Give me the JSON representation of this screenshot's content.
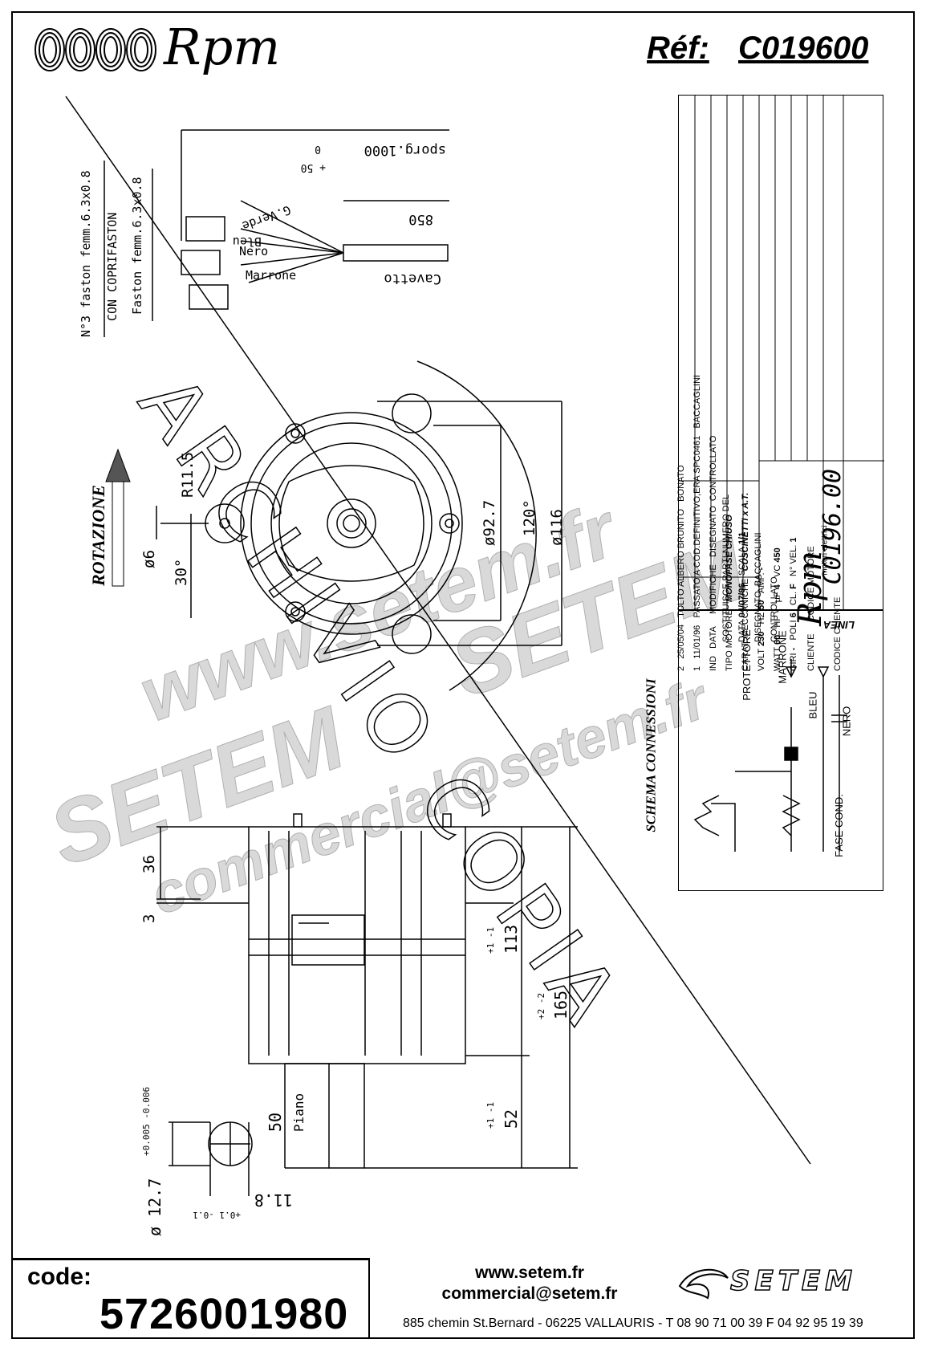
{
  "header": {
    "brand": "Rpm",
    "reference_label": "Réf:",
    "reference_value": "C019600"
  },
  "wiring": {
    "faston_note_1": "N°3 faston femm.6.3x0.8",
    "faston_note_2": "CON COPRIFASTON",
    "faston_note_3": "Faston femm.6.3x0.8",
    "wires": [
      "G.Verde",
      "Bleu",
      "Nero",
      "Marrone"
    ],
    "cable": "Cavetto",
    "dim_850": "850",
    "dim_1000": "sporg.1000",
    "tol_plus": "+ 50",
    "tol_zero": "0"
  },
  "front_view": {
    "rotation": "ROTAZIONE",
    "r_radius": "R11.5",
    "d6": "ø6",
    "angle_30": "30°",
    "angle_120": "120°",
    "d92": "ø92.7",
    "d116": "ø116"
  },
  "side_view": {
    "dim_36": "36",
    "dim_3": "3",
    "dim_113": "113",
    "tol_113": "+1 -1",
    "dim_165": "165",
    "tol_165": "+2 -2",
    "dim_52": "52",
    "tol_52": "+1 -1",
    "dim_50": "50",
    "piano": "Piano",
    "shaft_dia": "ø 12.7",
    "shaft_tol": "+0.005 -0.006",
    "flat": "11.8",
    "flat_tol": "+0.1 -0.1"
  },
  "watermarks": {
    "archive": "ARCHIVIO COPIA",
    "site": "www.setem.fr",
    "company": "SETEM",
    "email": "commercial@setem.fr"
  },
  "title_block": {
    "revisions": [
      {
        "ind": "2",
        "data": "25/05/04",
        "text": "TOLTO ALBERO BRUNITO",
        "sig": "BONATO"
      },
      {
        "ind": "1",
        "data": "11/01/96",
        "text": "PASSATO A COD.DEFINITIVO,ERA SPC0461",
        "sig": "BACCAGLINI"
      }
    ],
    "rev_header": [
      "IND",
      "DATA",
      "MODIFICHE",
      "DISEGNATO",
      "CONTROLLATO"
    ],
    "tipo_label": "TIPO MOTORE",
    "tipo_value": "MONOFASE CHIUSO",
    "carat_label": "CARAT. MECCANICHE",
    "carat_value": "CUSCINETTI x A.T.",
    "volt_label": "VOLT",
    "volt": "230",
    "hz_label": "HZ",
    "hz": "50",
    "amp_label": "AMP.",
    "amp": "-",
    "watt_label": "WATT",
    "watt": "60",
    "hp_label": "HP",
    "hp": "-",
    "uf_label": "µF",
    "uf": "4",
    "vc_label": "VC",
    "vc": "450",
    "giri_label": "GIRI",
    "giri": "-",
    "poli_label": "POLI",
    "poli": "6",
    "cl_label": "CL.",
    "cl": "F",
    "vel_label": "N° VEL.",
    "vel": "1",
    "cliente_label": "CLIENTE",
    "codice_motore_label": "CODICE MOTORE",
    "codice_motore": "C0196.00",
    "codice_cliente_label": "CODICE CLIENTE",
    "company": "Rpm",
    "company_sub": "motori elettrici",
    "sostituisce": "SOSTITUISCE PARTI NUMERO DEL",
    "data_label": "DATA",
    "data": "04/07/96",
    "scala_label": "SCALA",
    "scala": "1/1",
    "disegnato_label": "DISEGNATO",
    "disegnato": "BACCAGLINI",
    "controllato_label": "CONTROLLATO"
  },
  "schema": {
    "title": "SCHEMA CONNESSIONI",
    "protettore": "PROTETTORE",
    "marrone": "MARRONE",
    "bleu": "BLEU",
    "nero": "NERO",
    "fase": "FASE COND.",
    "linea": "LINEA"
  },
  "footer": {
    "code_label": "code:",
    "code_value": "5726001980",
    "website": "www.setem.fr",
    "email": "commercial@setem.fr",
    "address": "885 chemin St.Bernard  -  06225 VALLAURIS  -  T 08 90 71 00 39   F 04 92 95 19 39",
    "brand": "SETEM"
  }
}
